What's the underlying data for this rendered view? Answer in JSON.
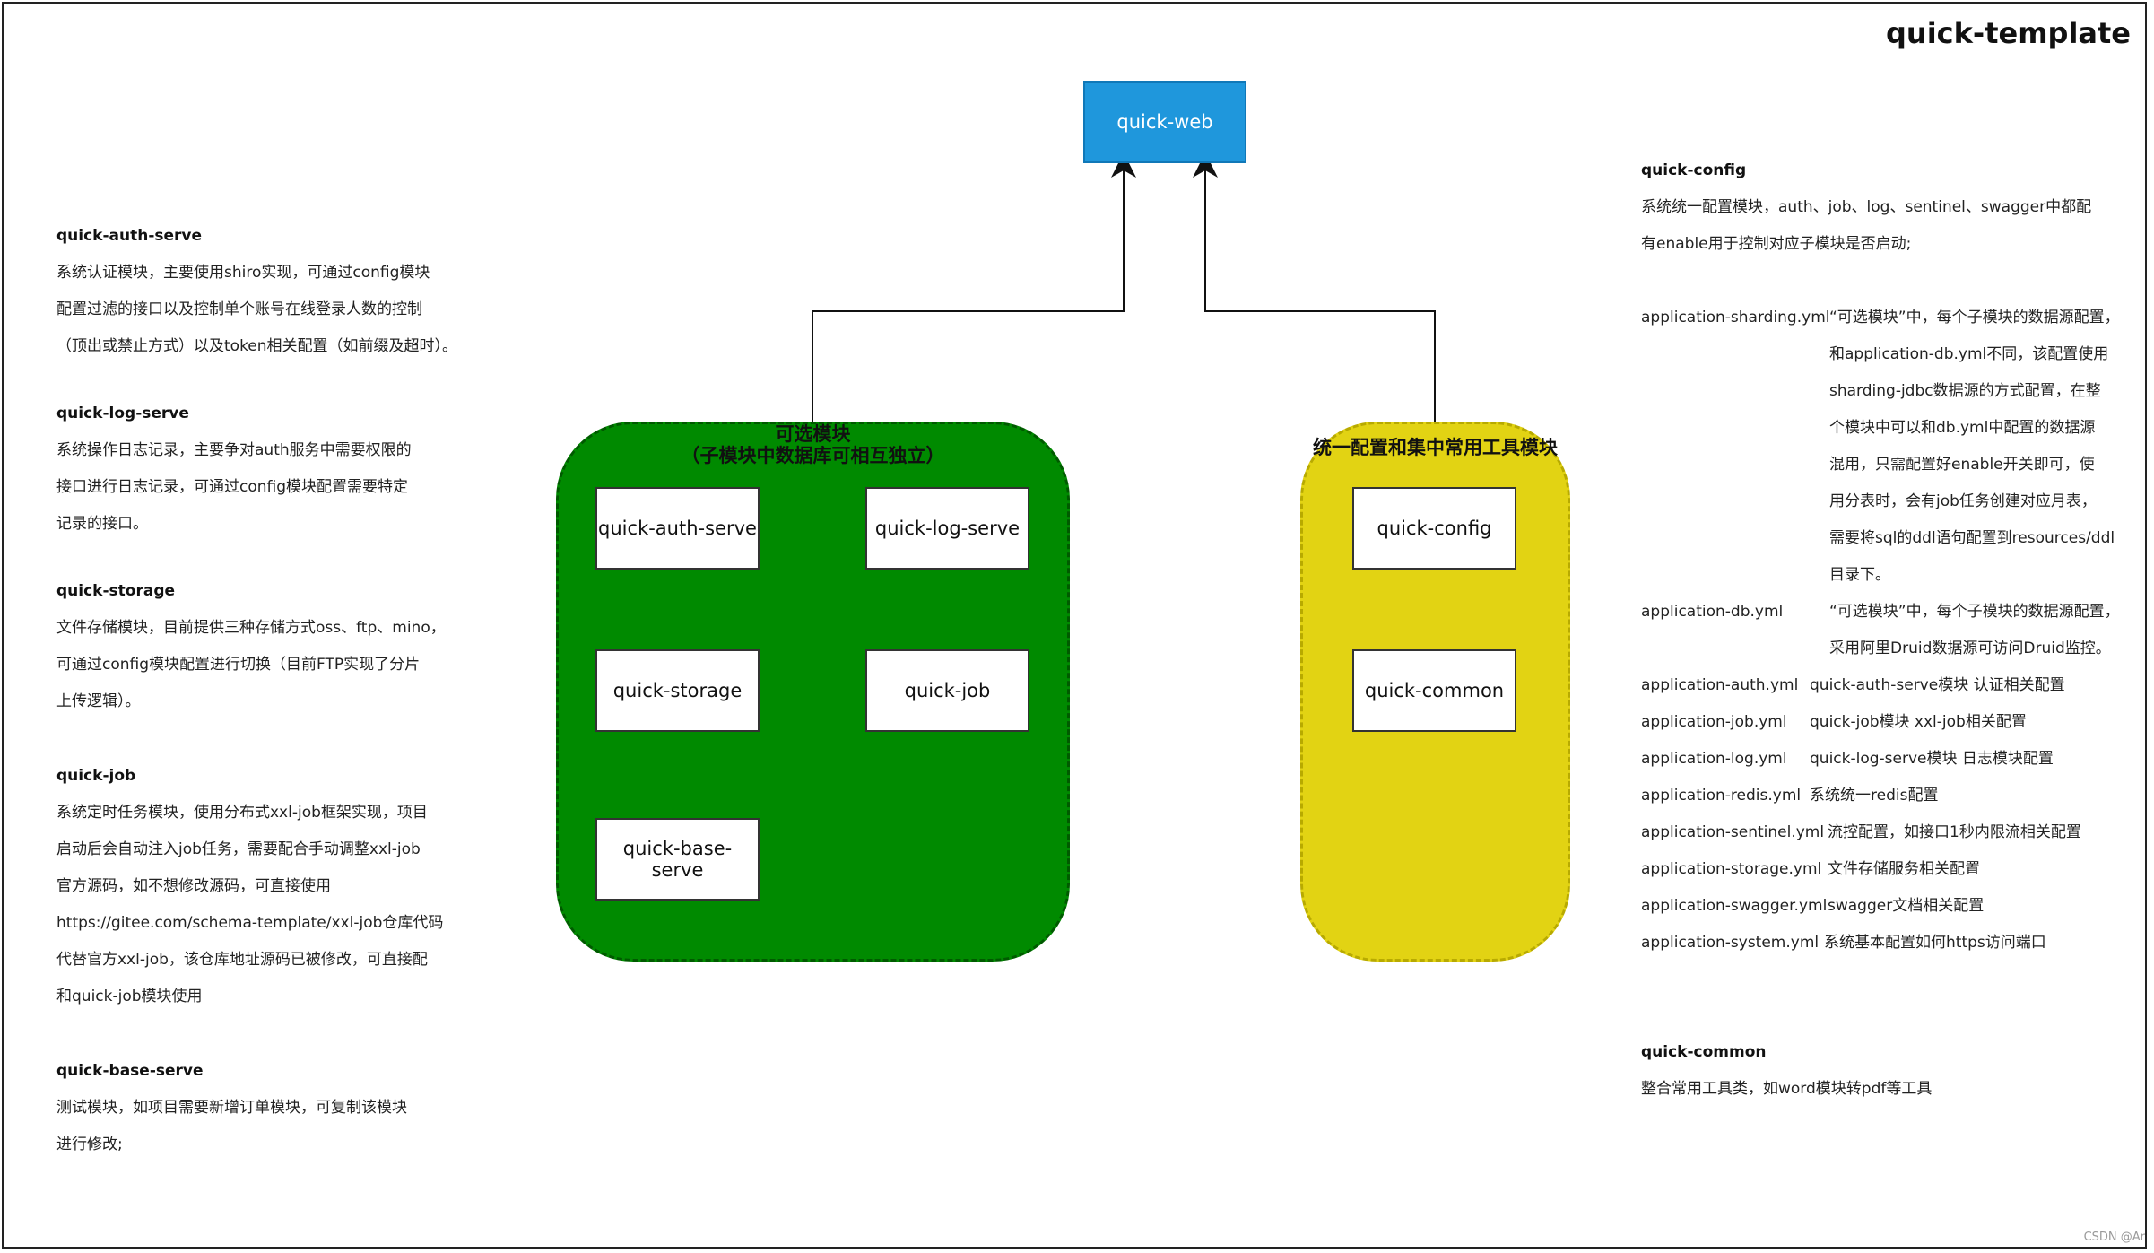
{
  "diagram": {
    "title": "quick-template",
    "top_node": "quick-web",
    "groups": {
      "optional": {
        "title_line1": "可选模块",
        "title_line2": "（子模块中数据库可相互独立）",
        "color": "#008a00",
        "modules": [
          "quick-auth-serve",
          "quick-log-serve",
          "quick-storage",
          "quick-job",
          "quick-base-serve"
        ]
      },
      "common": {
        "title": "统一配置和集中常用工具模块",
        "color": "#e2d313",
        "modules": [
          "quick-config",
          "quick-common"
        ]
      }
    }
  },
  "left_notes": [
    {
      "heading": "quick-auth-serve",
      "lines": [
        "系统认证模块，主要使用shiro实现，可通过config模块",
        "配置过滤的接口以及控制单个账号在线登录人数的控制",
        "（顶出或禁止方式）以及token相关配置（如前缀及超时）。"
      ]
    },
    {
      "heading": "quick-log-serve",
      "lines": [
        "系统操作日志记录，主要争对auth服务中需要权限的",
        "接口进行日志记录，可通过config模块配置需要特定",
        "记录的接口。"
      ]
    },
    {
      "heading": "quick-storage",
      "lines": [
        "文件存储模块，目前提供三种存储方式oss、ftp、mino，",
        "可通过config模块配置进行切换（目前FTP实现了分片",
        "上传逻辑）。"
      ]
    },
    {
      "heading": "quick-job",
      "lines": [
        "系统定时任务模块，使用分布式xxl-job框架实现，项目",
        "启动后会自动注入job任务，需要配合手动调整xxl-job",
        "官方源码，如不想修改源码，可直接使用",
        "https://gitee.com/schema-template/xxl-job仓库代码",
        "代替官方xxl-job，该仓库地址源码已被修改，可直接配",
        "和quick-job模块使用"
      ]
    },
    {
      "heading": "quick-base-serve",
      "lines": [
        "测试模块，如项目需要新增订单模块，可复制该模块",
        "进行修改;"
      ]
    }
  ],
  "right_notes": {
    "config": {
      "heading": "quick-config",
      "intro": [
        "系统统一配置模块，auth、job、log、sentinel、swagger中都配",
        "有enable用于控制对应子模块是否启动;"
      ],
      "sharding": {
        "key": "application-sharding.yml",
        "lines": [
          "“可选模块”中，每个子模块的数据源配置，",
          "和application-db.yml不同，该配置使用",
          "sharding-jdbc数据源的方式配置，在整",
          "个模块中可以和db.yml中配置的数据源",
          "混用，只需配置好enable开关即可，使",
          "用分表时，会有job任务创建对应月表，",
          "需要将sql的ddl语句配置到resources/ddl",
          "目录下。"
        ]
      },
      "db": {
        "key": "application-db.yml",
        "lines": [
          "“可选模块”中，每个子模块的数据源配置，",
          "采用阿里Druid数据源可访问Druid监控。"
        ]
      },
      "items": [
        {
          "key": "application-auth.yml",
          "value": "quick-auth-serve模块 认证相关配置"
        },
        {
          "key": "application-job.yml",
          "value": "quick-job模块 xxl-job相关配置"
        },
        {
          "key": "application-log.yml",
          "value": "quick-log-serve模块 日志模块配置"
        },
        {
          "key": "application-redis.yml",
          "value": "系统统一redis配置"
        },
        {
          "key": "application-sentinel.yml",
          "value": "流控配置，如接口1秒内限流相关配置"
        },
        {
          "key": "application-storage.yml",
          "value": "文件存储服务相关配置"
        },
        {
          "key": "application-swagger.yml",
          "value": "swagger文档相关配置"
        },
        {
          "key": "application-system.yml",
          "value": "系统基本配置如何https访问端口"
        }
      ]
    },
    "common": {
      "heading": "quick-common",
      "lines": [
        "整合常用工具类，如word模块转pdf等工具"
      ]
    }
  },
  "watermark": "CSDN @Ar"
}
